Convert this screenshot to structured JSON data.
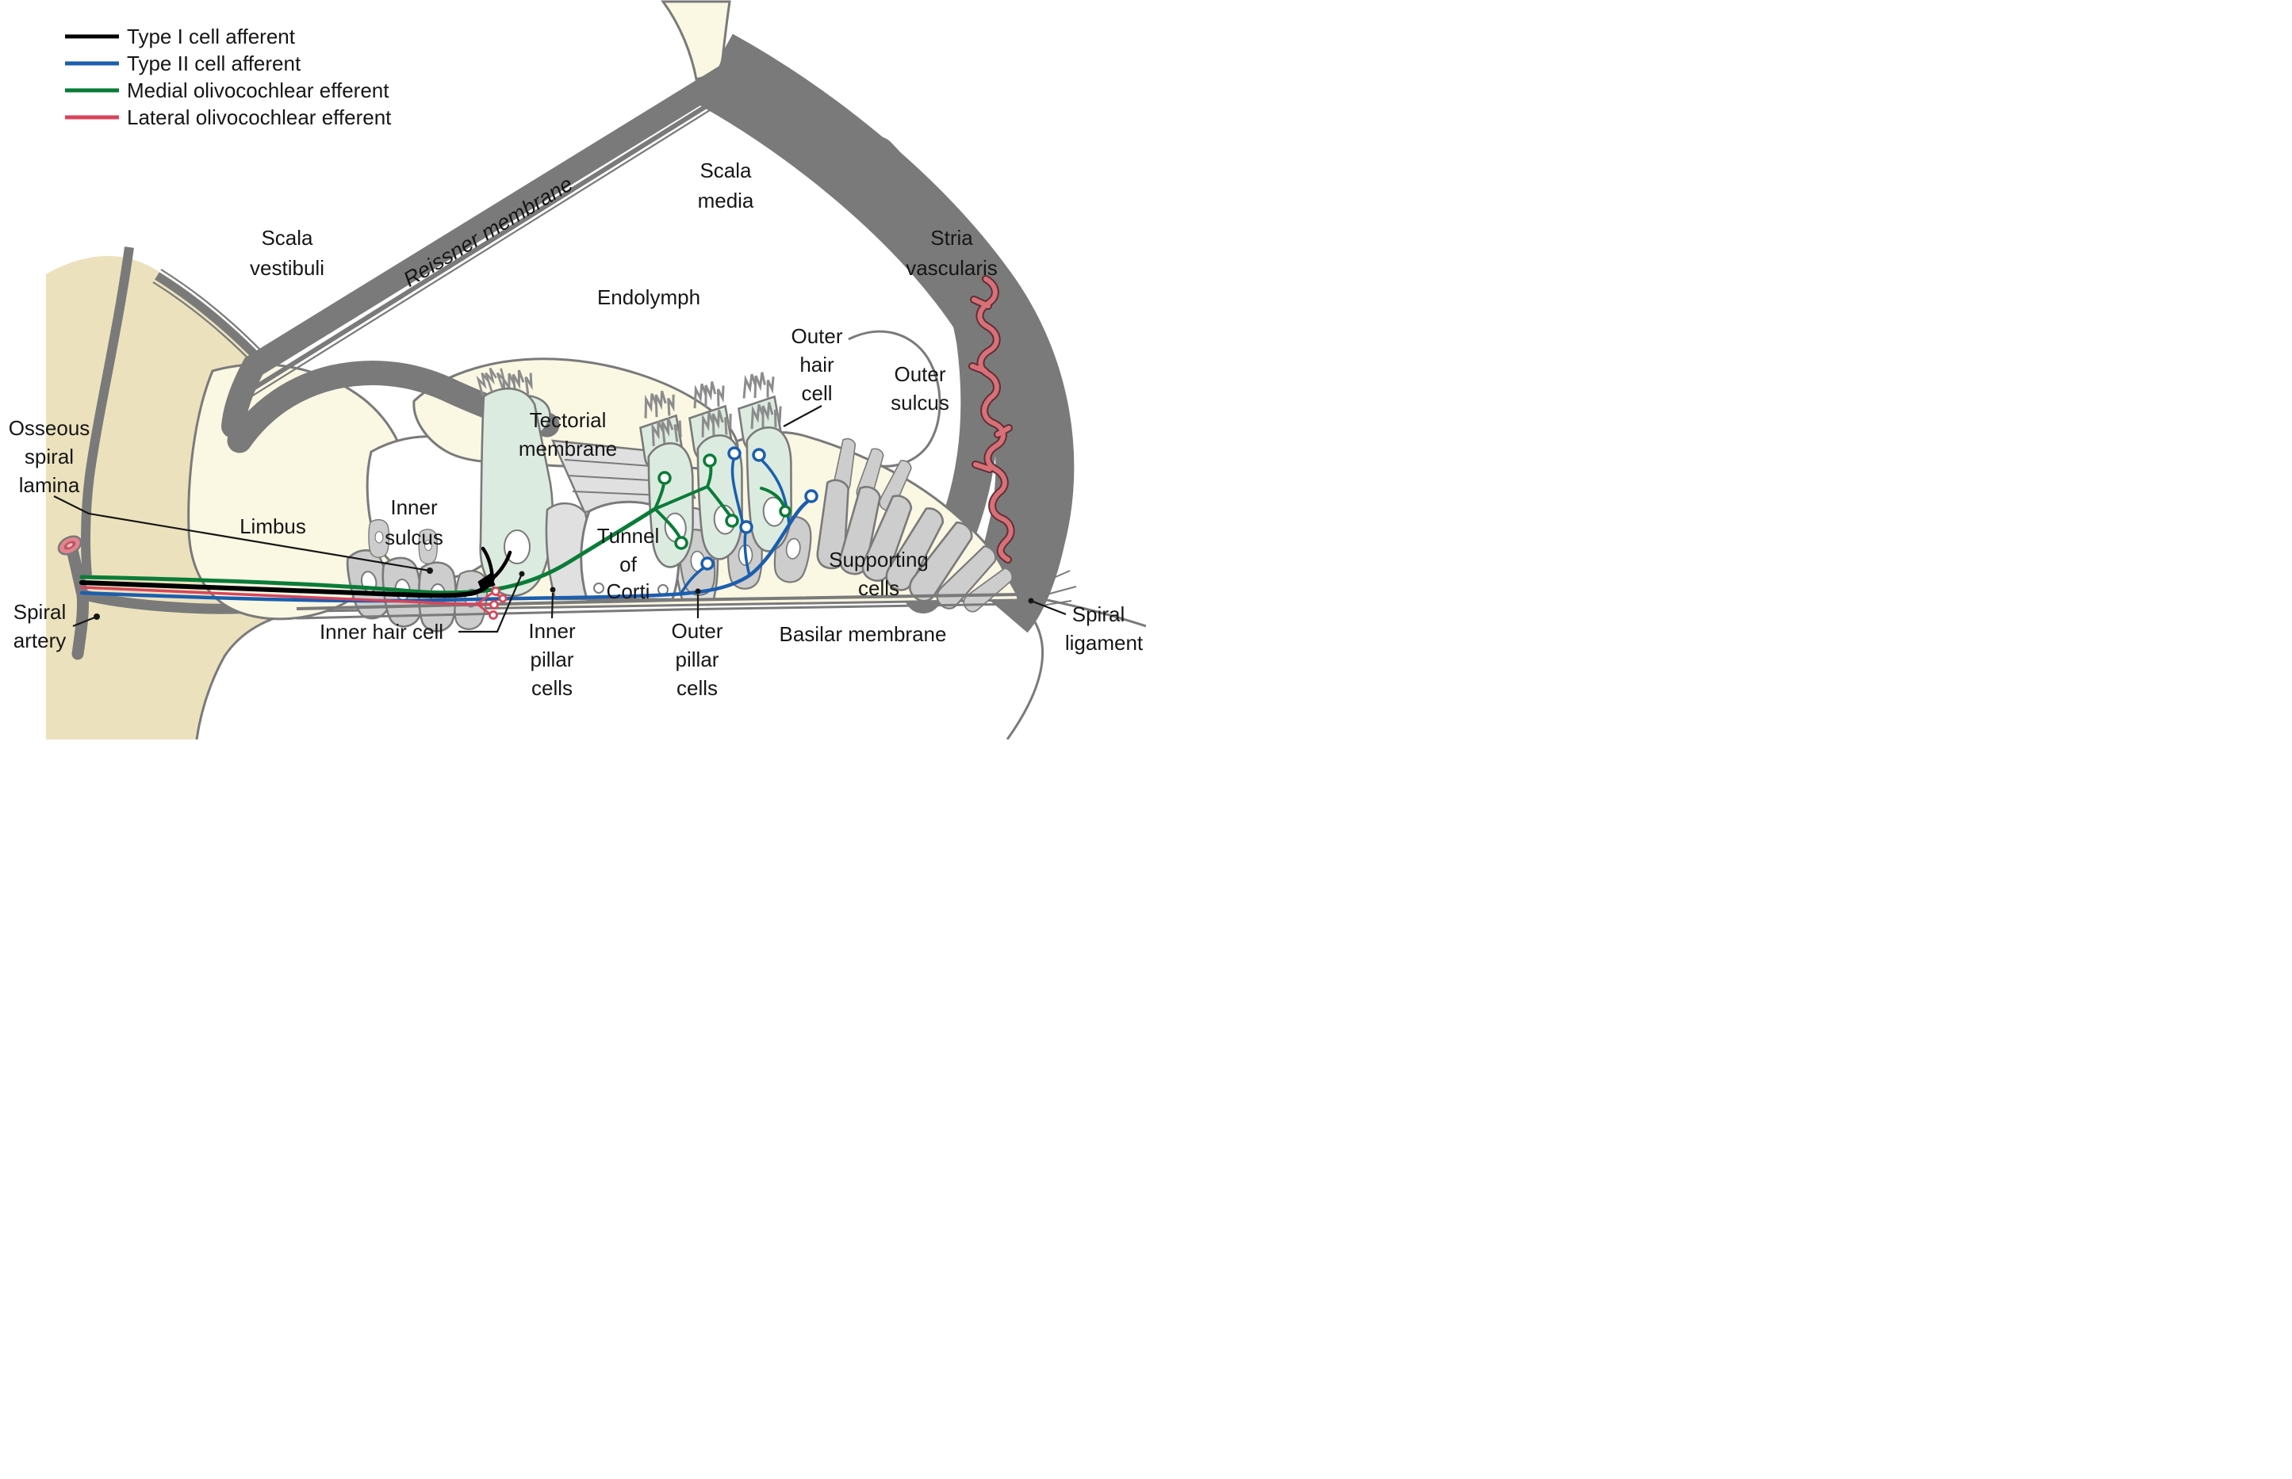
{
  "legend": {
    "items": [
      {
        "label": "Type I cell afferent",
        "color": "#000000"
      },
      {
        "label": "Type II cell afferent",
        "color": "#1b5eae"
      },
      {
        "label": "Medial olivocochlear efferent",
        "color": "#0a7c38"
      },
      {
        "label": "Lateral olivocochlear efferent",
        "color": "#d8455b"
      }
    ]
  },
  "labels": {
    "scala_vestibuli": [
      "Scala",
      "vestibuli"
    ],
    "reissner_membrane": "Reissner membrane",
    "scala_media": [
      "Scala",
      "media"
    ],
    "endolymph": "Endolymph",
    "stria_vascularis": [
      "Stria",
      "vascularis"
    ],
    "outer_hair_cell": [
      "Outer",
      "hair",
      "cell"
    ],
    "outer_sulcus": [
      "Outer",
      "sulcus"
    ],
    "limbus": "Limbus",
    "inner_sulcus": [
      "Inner",
      "sulcus"
    ],
    "tectorial_membrane": [
      "Tectorial",
      "membrane"
    ],
    "tunnel_of_corti": [
      "Tunnel",
      "of",
      "Corti"
    ],
    "supporting_cells": [
      "Supporting",
      "cells"
    ],
    "basilar_membrane": "Basilar membrane",
    "spiral_ligament": [
      "Spiral",
      "ligament"
    ],
    "inner_hair_cell": "Inner hair cell",
    "inner_pillar_cells": [
      "Inner",
      "pillar",
      "cells"
    ],
    "outer_pillar_cells": [
      "Outer",
      "pillar",
      "cells"
    ],
    "osseous_spiral_lamina": [
      "Osseous",
      "spiral",
      "lamina"
    ],
    "spiral_artery": [
      "Spiral",
      "artery"
    ]
  },
  "colors": {
    "background": "#ffffff",
    "cream": "#faf7e3",
    "tan": "#ebe2bd",
    "grayfill": "#e0e0e0",
    "graycell": "#cdcdcd",
    "outline": "#7a7a7a",
    "mint": "#dcebe0",
    "pink": "#f5d2ca",
    "vessel": "#d97078",
    "vesseldark": "#5f3036",
    "artery": "#e4838e",
    "tuft": "#8c8c8c",
    "label": "#161616"
  }
}
